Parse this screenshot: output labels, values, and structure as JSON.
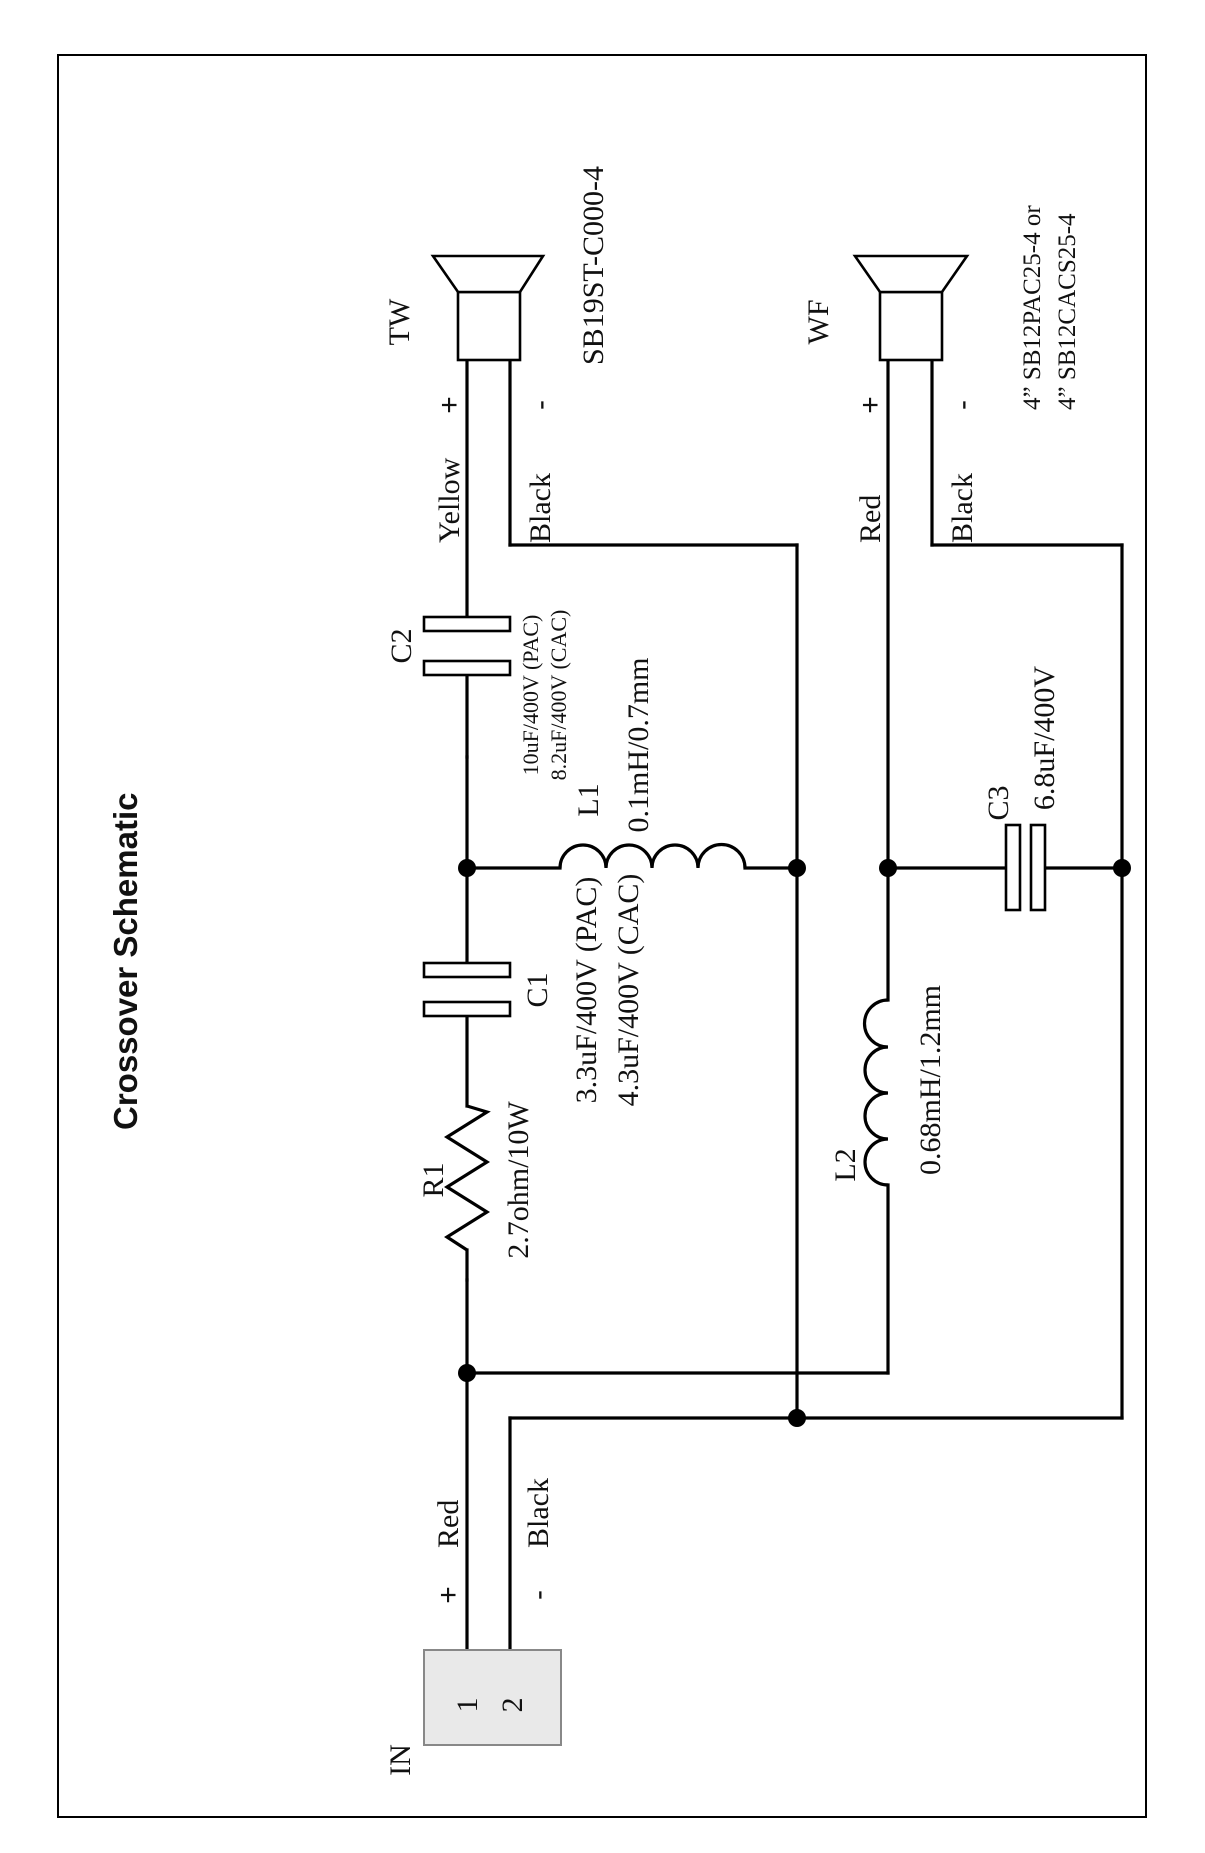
{
  "title": "Crossover Schematic",
  "input": {
    "label": "IN",
    "pin1": "1",
    "pin2": "2",
    "plus": "+",
    "plus_wire": "Red",
    "minus": "-",
    "minus_wire": "Black"
  },
  "tweeter": {
    "label": "TW",
    "model": "SB19ST-C000-4",
    "plus": "+",
    "plus_wire": "Yellow",
    "minus": "-",
    "minus_wire": "Black"
  },
  "woofer": {
    "label": "WF",
    "model_line1": "4” SB12PAC25-4 or",
    "model_line2": "4” SB12CACS25-4",
    "plus": "+",
    "plus_wire": "Red",
    "minus": "-",
    "minus_wire": "Black"
  },
  "components": {
    "R1": {
      "label": "R1",
      "value": "2.7ohm/10W"
    },
    "C1": {
      "label": "C1",
      "value_line1": "3.3uF/400V (PAC)",
      "value_line2": "4.3uF/400V (CAC)"
    },
    "C2": {
      "label": "C2",
      "value_line1": "10uF/400V (PAC)",
      "value_line2": "8.2uF/400V (CAC)"
    },
    "L1": {
      "label": "L1",
      "value": "0.1mH/0.7mm"
    },
    "L2": {
      "label": "L2",
      "value": "0.68mH/1.2mm"
    },
    "C3": {
      "label": "C3",
      "value": "6.8uF/400V"
    }
  }
}
